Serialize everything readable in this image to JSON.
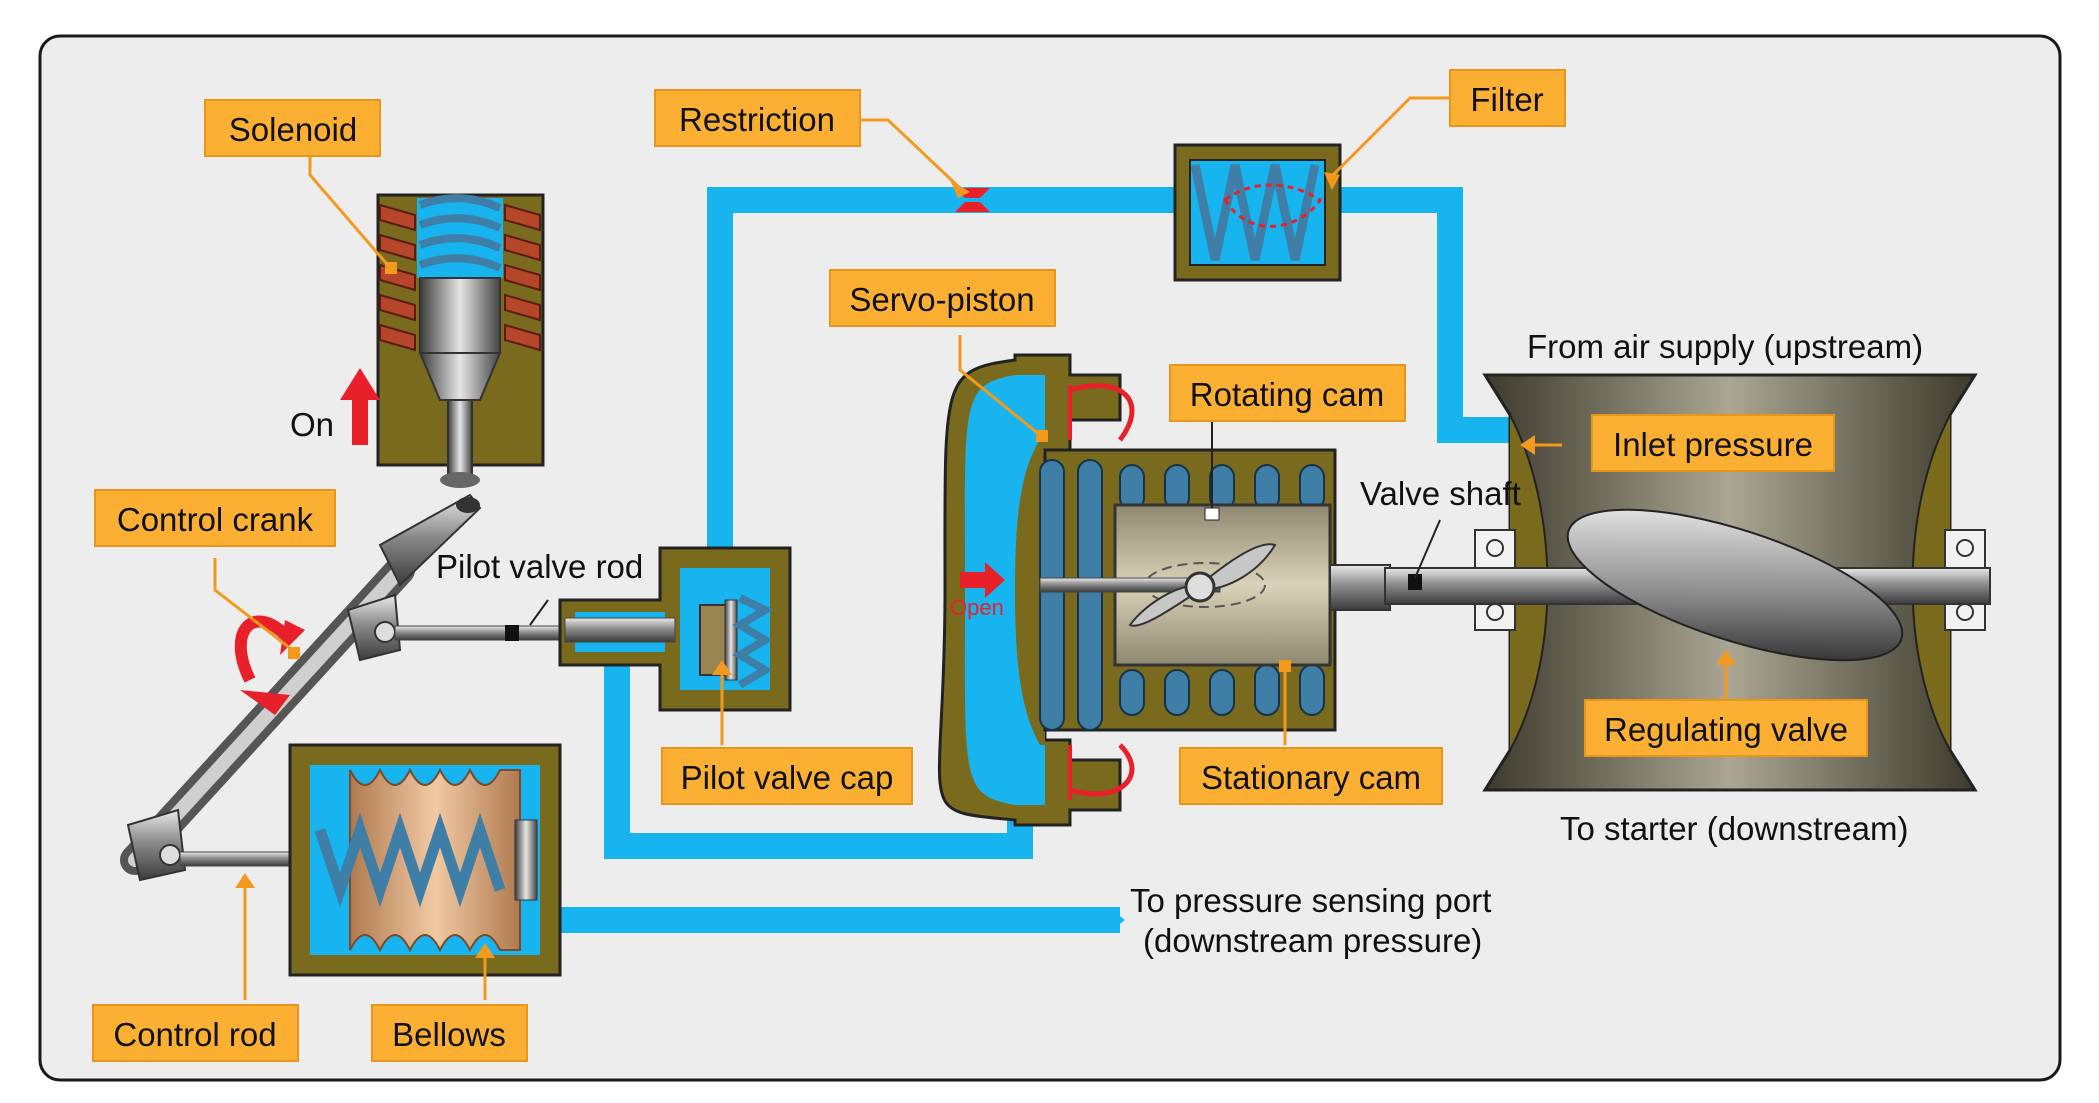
{
  "labels": {
    "solenoid": "Solenoid",
    "restriction": "Restriction",
    "filter": "Filter",
    "servo_piston": "Servo-piston",
    "rotating_cam": "Rotating cam",
    "inlet_pressure": "Inlet pressure",
    "control_crank": "Control crank",
    "pilot_valve_cap": "Pilot valve cap",
    "stationary_cam": "Stationary cam",
    "regulating_valve": "Regulating valve",
    "control_rod": "Control rod",
    "bellows": "Bellows"
  },
  "text": {
    "pilot_valve_rod": "Pilot valve rod",
    "valve_shaft": "Valve shaft",
    "from_air_supply": "From air supply (upstream)",
    "to_starter": "To starter (downstream)",
    "to_pressure_port_1": "To pressure sensing port",
    "to_pressure_port_2": "(downstream pressure)",
    "on": "On",
    "open": "Open"
  },
  "colors": {
    "air": "#18b4ef",
    "housing": "#7a6a1e",
    "callout_fill": "#fbb034",
    "leader": "#f39a1e",
    "arrow": "#e8202a",
    "spring": "#3f7ea6",
    "background": "#ededed"
  }
}
